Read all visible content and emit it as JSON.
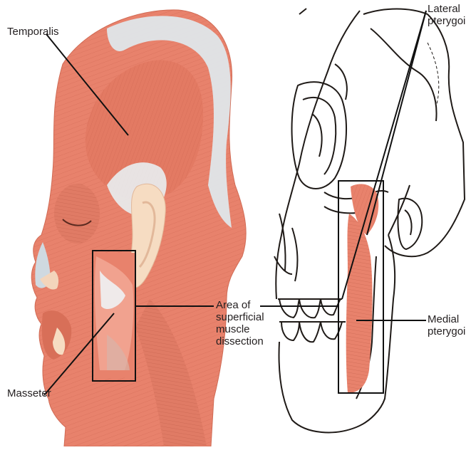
{
  "labels": {
    "temporalis": "Temporalis",
    "masseter": "Masseter",
    "lateral_pterygoid": [
      "Lateral",
      "pterygoid"
    ],
    "medial_pterygoid": [
      "Medial",
      "pterygoid"
    ],
    "dissection_area": [
      "Area of",
      "superficial",
      "muscle",
      "dissection"
    ]
  },
  "colors": {
    "muscle": "#e8826c",
    "muscle_dark": "#c9604c",
    "tendon": "#dfe6ea",
    "skin": "#f6dcc2",
    "bone_outline": "#1f1a17",
    "leader_line": "#111111"
  }
}
